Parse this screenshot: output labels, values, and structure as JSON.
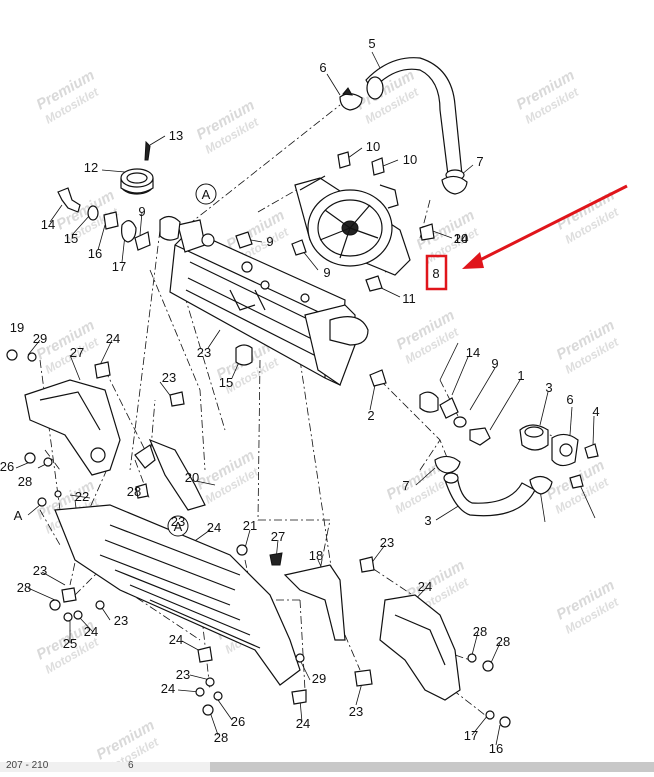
{
  "diagram": {
    "highlighted_callout": "8",
    "reference_marker": "A",
    "watermark": {
      "line1": "Premium",
      "line2": "Motosiklet"
    },
    "callouts": [
      "5",
      "6",
      "13",
      "12",
      "14",
      "15",
      "16",
      "17",
      "9",
      "10",
      "10",
      "7",
      "10",
      "9",
      "9",
      "11",
      "24",
      "23",
      "19",
      "29",
      "27",
      "24",
      "23",
      "26",
      "28",
      "28",
      "22",
      "A",
      "20",
      "23",
      "24",
      "23",
      "28",
      "24",
      "25",
      "23",
      "24",
      "23",
      "24",
      "26",
      "28",
      "21",
      "27",
      "18",
      "23",
      "24",
      "28",
      "28",
      "29",
      "23",
      "24",
      "17",
      "16",
      "15",
      "14",
      "9",
      "1",
      "2",
      "3",
      "6",
      "4",
      "7",
      "3"
    ]
  },
  "footer": {
    "left_text": "207 - 210",
    "mid_text": "6"
  }
}
